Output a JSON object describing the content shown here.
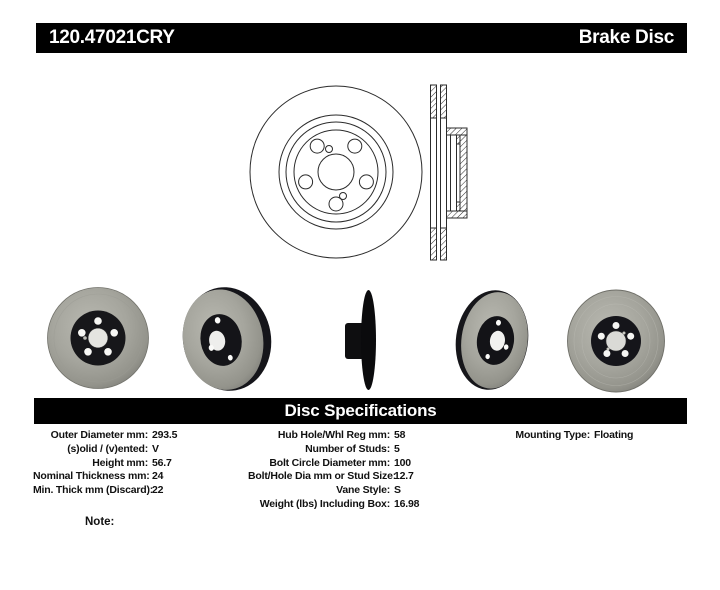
{
  "header": {
    "part_number": "120.47021CRY",
    "product_title": "Brake Disc"
  },
  "specifications": {
    "section_title": "Disc Specifications",
    "columns": {
      "left": [
        {
          "label": "Outer Diameter mm:",
          "value": "293.5"
        },
        {
          "label": "(s)olid / (v)ented:",
          "value": "V"
        },
        {
          "label": "Height mm:",
          "value": "56.7"
        },
        {
          "label": "Nominal Thickness mm:",
          "value": "24"
        },
        {
          "label": "Min. Thick mm (Discard):",
          "value": "22"
        }
      ],
      "middle": [
        {
          "label": "Hub Hole/Whl Reg mm:",
          "value": "58"
        },
        {
          "label": "Number of Studs:",
          "value": "5"
        },
        {
          "label": "Bolt Circle Diameter mm:",
          "value": "100"
        },
        {
          "label": "Bolt/Hole Dia mm or Stud Size:",
          "value": "12.7"
        },
        {
          "label": "Vane Style:",
          "value": "S"
        },
        {
          "label": "Weight (lbs) Including Box:",
          "value": "16.98"
        }
      ],
      "right": [
        {
          "label": "Mounting Type:",
          "value": "Floating"
        }
      ]
    }
  },
  "note": {
    "label": "Note:"
  },
  "colors": {
    "bar_background": "#000000",
    "bar_text": "#ffffff",
    "drawing_line": "#2b2b2b",
    "rotor_gray": "#a5a59d",
    "hat_black": "#17171a",
    "page_background": "#ffffff"
  }
}
